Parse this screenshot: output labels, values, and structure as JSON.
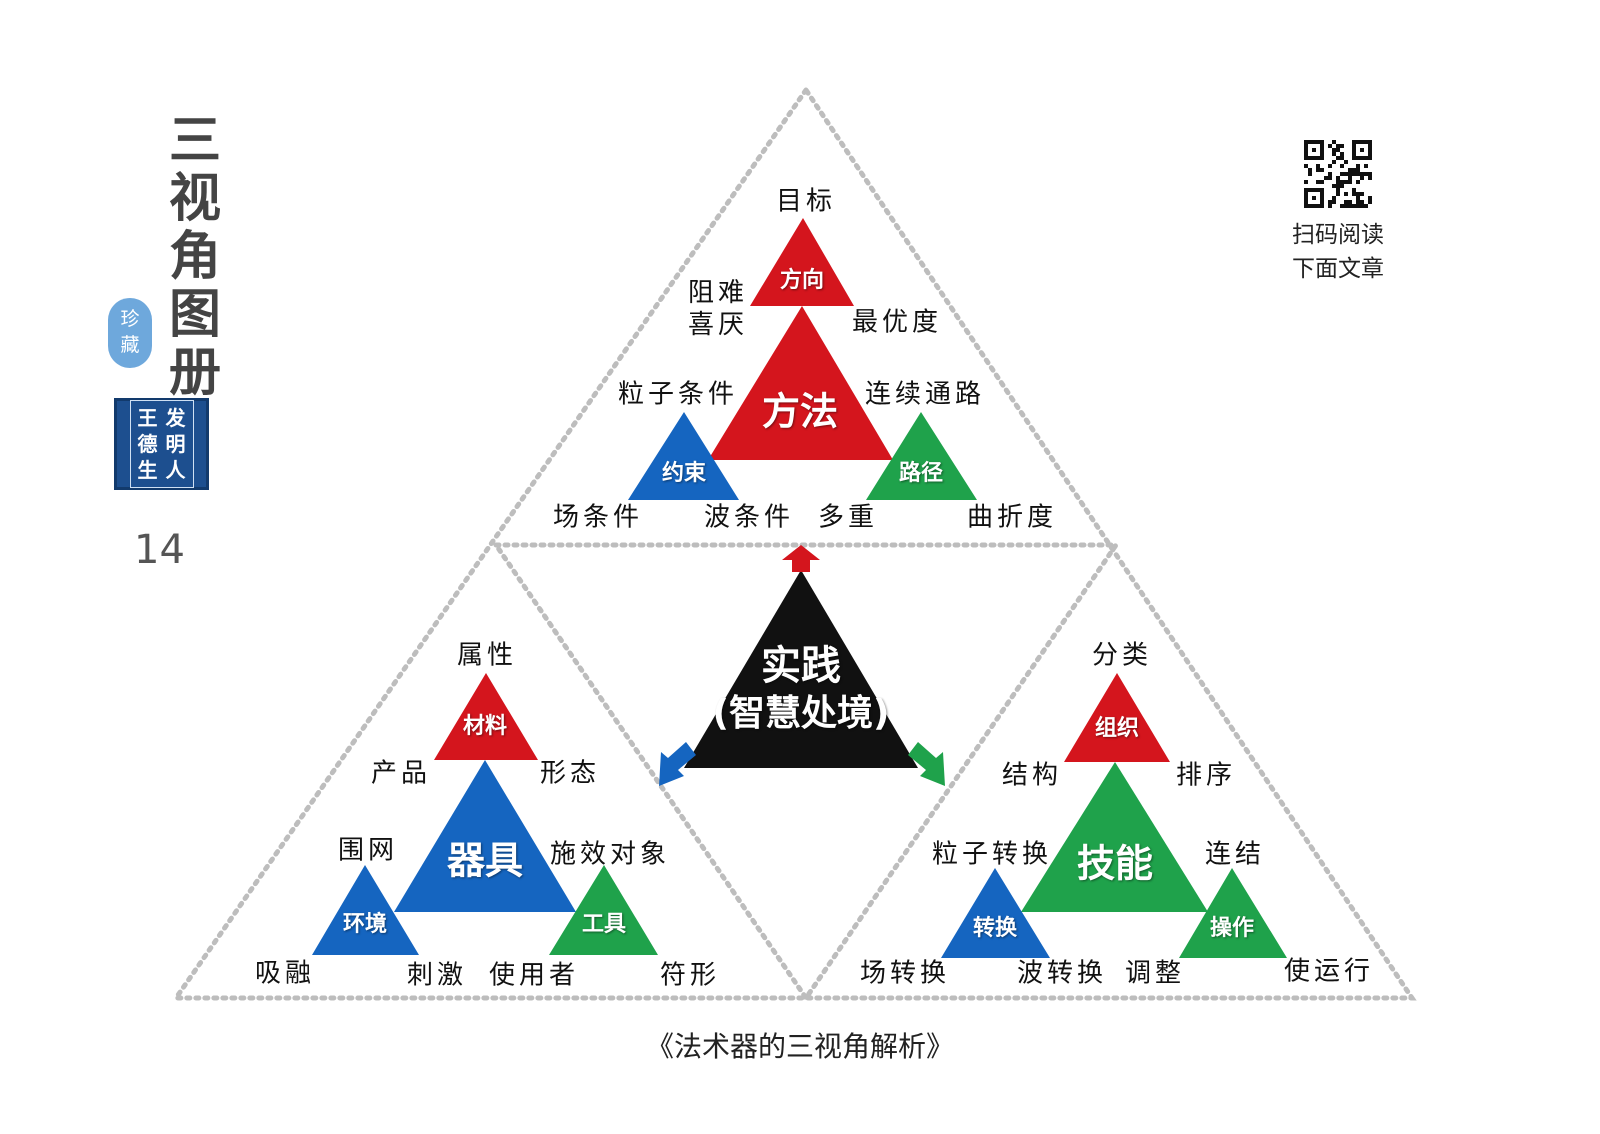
{
  "sidebar": {
    "title": "三视角图册",
    "seal_treasure": "珍藏",
    "seal_author_col1": "发明人",
    "seal_author_col2": "王德生",
    "page_number": "14"
  },
  "qr": {
    "caption_line1": "扫码阅读",
    "caption_line2": "下面文章"
  },
  "caption": "《法术器的三视角解析》",
  "colors": {
    "red": "#d4151d",
    "blue": "#1565c0",
    "green": "#1fa24b",
    "black": "#111111",
    "border": "#bdbdbd"
  },
  "center": {
    "title": "实践",
    "subtitle": "(智慧处境)"
  },
  "method": {
    "main": "方法",
    "top": "方向",
    "left": "约束",
    "right": "路径",
    "labels": {
      "top_peak": "目标",
      "top_left_1": "阻难",
      "top_left_2": "喜厌",
      "top_right": "最优度",
      "main_left": "粒子条件",
      "main_right": "连续通路",
      "bl_left": "场条件",
      "bl_right": "波条件",
      "br_left": "多重",
      "br_right": "曲折度"
    }
  },
  "tool": {
    "main": "器具",
    "top": "材料",
    "left": "环境",
    "right": "工具",
    "labels": {
      "top_peak": "属性",
      "top_left": "产品",
      "top_right": "形态",
      "main_left": "围网",
      "main_right": "施效对象",
      "bl_left": "吸融",
      "bl_right": "刺激",
      "br_left": "使用者",
      "br_right": "符形"
    }
  },
  "skill": {
    "main": "技能",
    "top": "组织",
    "left": "转换",
    "right": "操作",
    "labels": {
      "top_peak": "分类",
      "top_left": "结构",
      "top_right": "排序",
      "main_left": "粒子转换",
      "main_right": "连结",
      "bl_left": "场转换",
      "bl_right": "波转换",
      "br_left": "调整",
      "br_right": "使运行"
    }
  }
}
